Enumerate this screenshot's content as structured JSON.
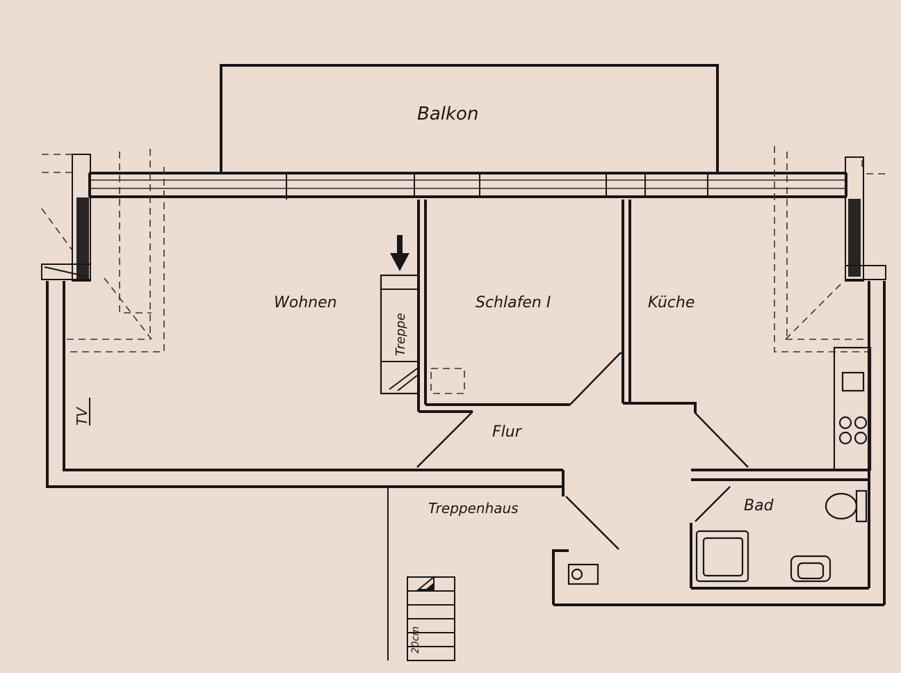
{
  "plan": {
    "rooms": {
      "balkon": "Balkon",
      "wohnen": "Wohnen",
      "schlafen": "Schlafen I",
      "kueche": "Küche",
      "flur": "Flur",
      "bad": "Bad",
      "treppenhaus": "Treppenhaus"
    },
    "labels": {
      "treppe": "Treppe",
      "tv": "TV",
      "stair_size": "20cm"
    },
    "colors": {
      "paper": "#ecdcd2",
      "ink": "#1a1616"
    }
  }
}
